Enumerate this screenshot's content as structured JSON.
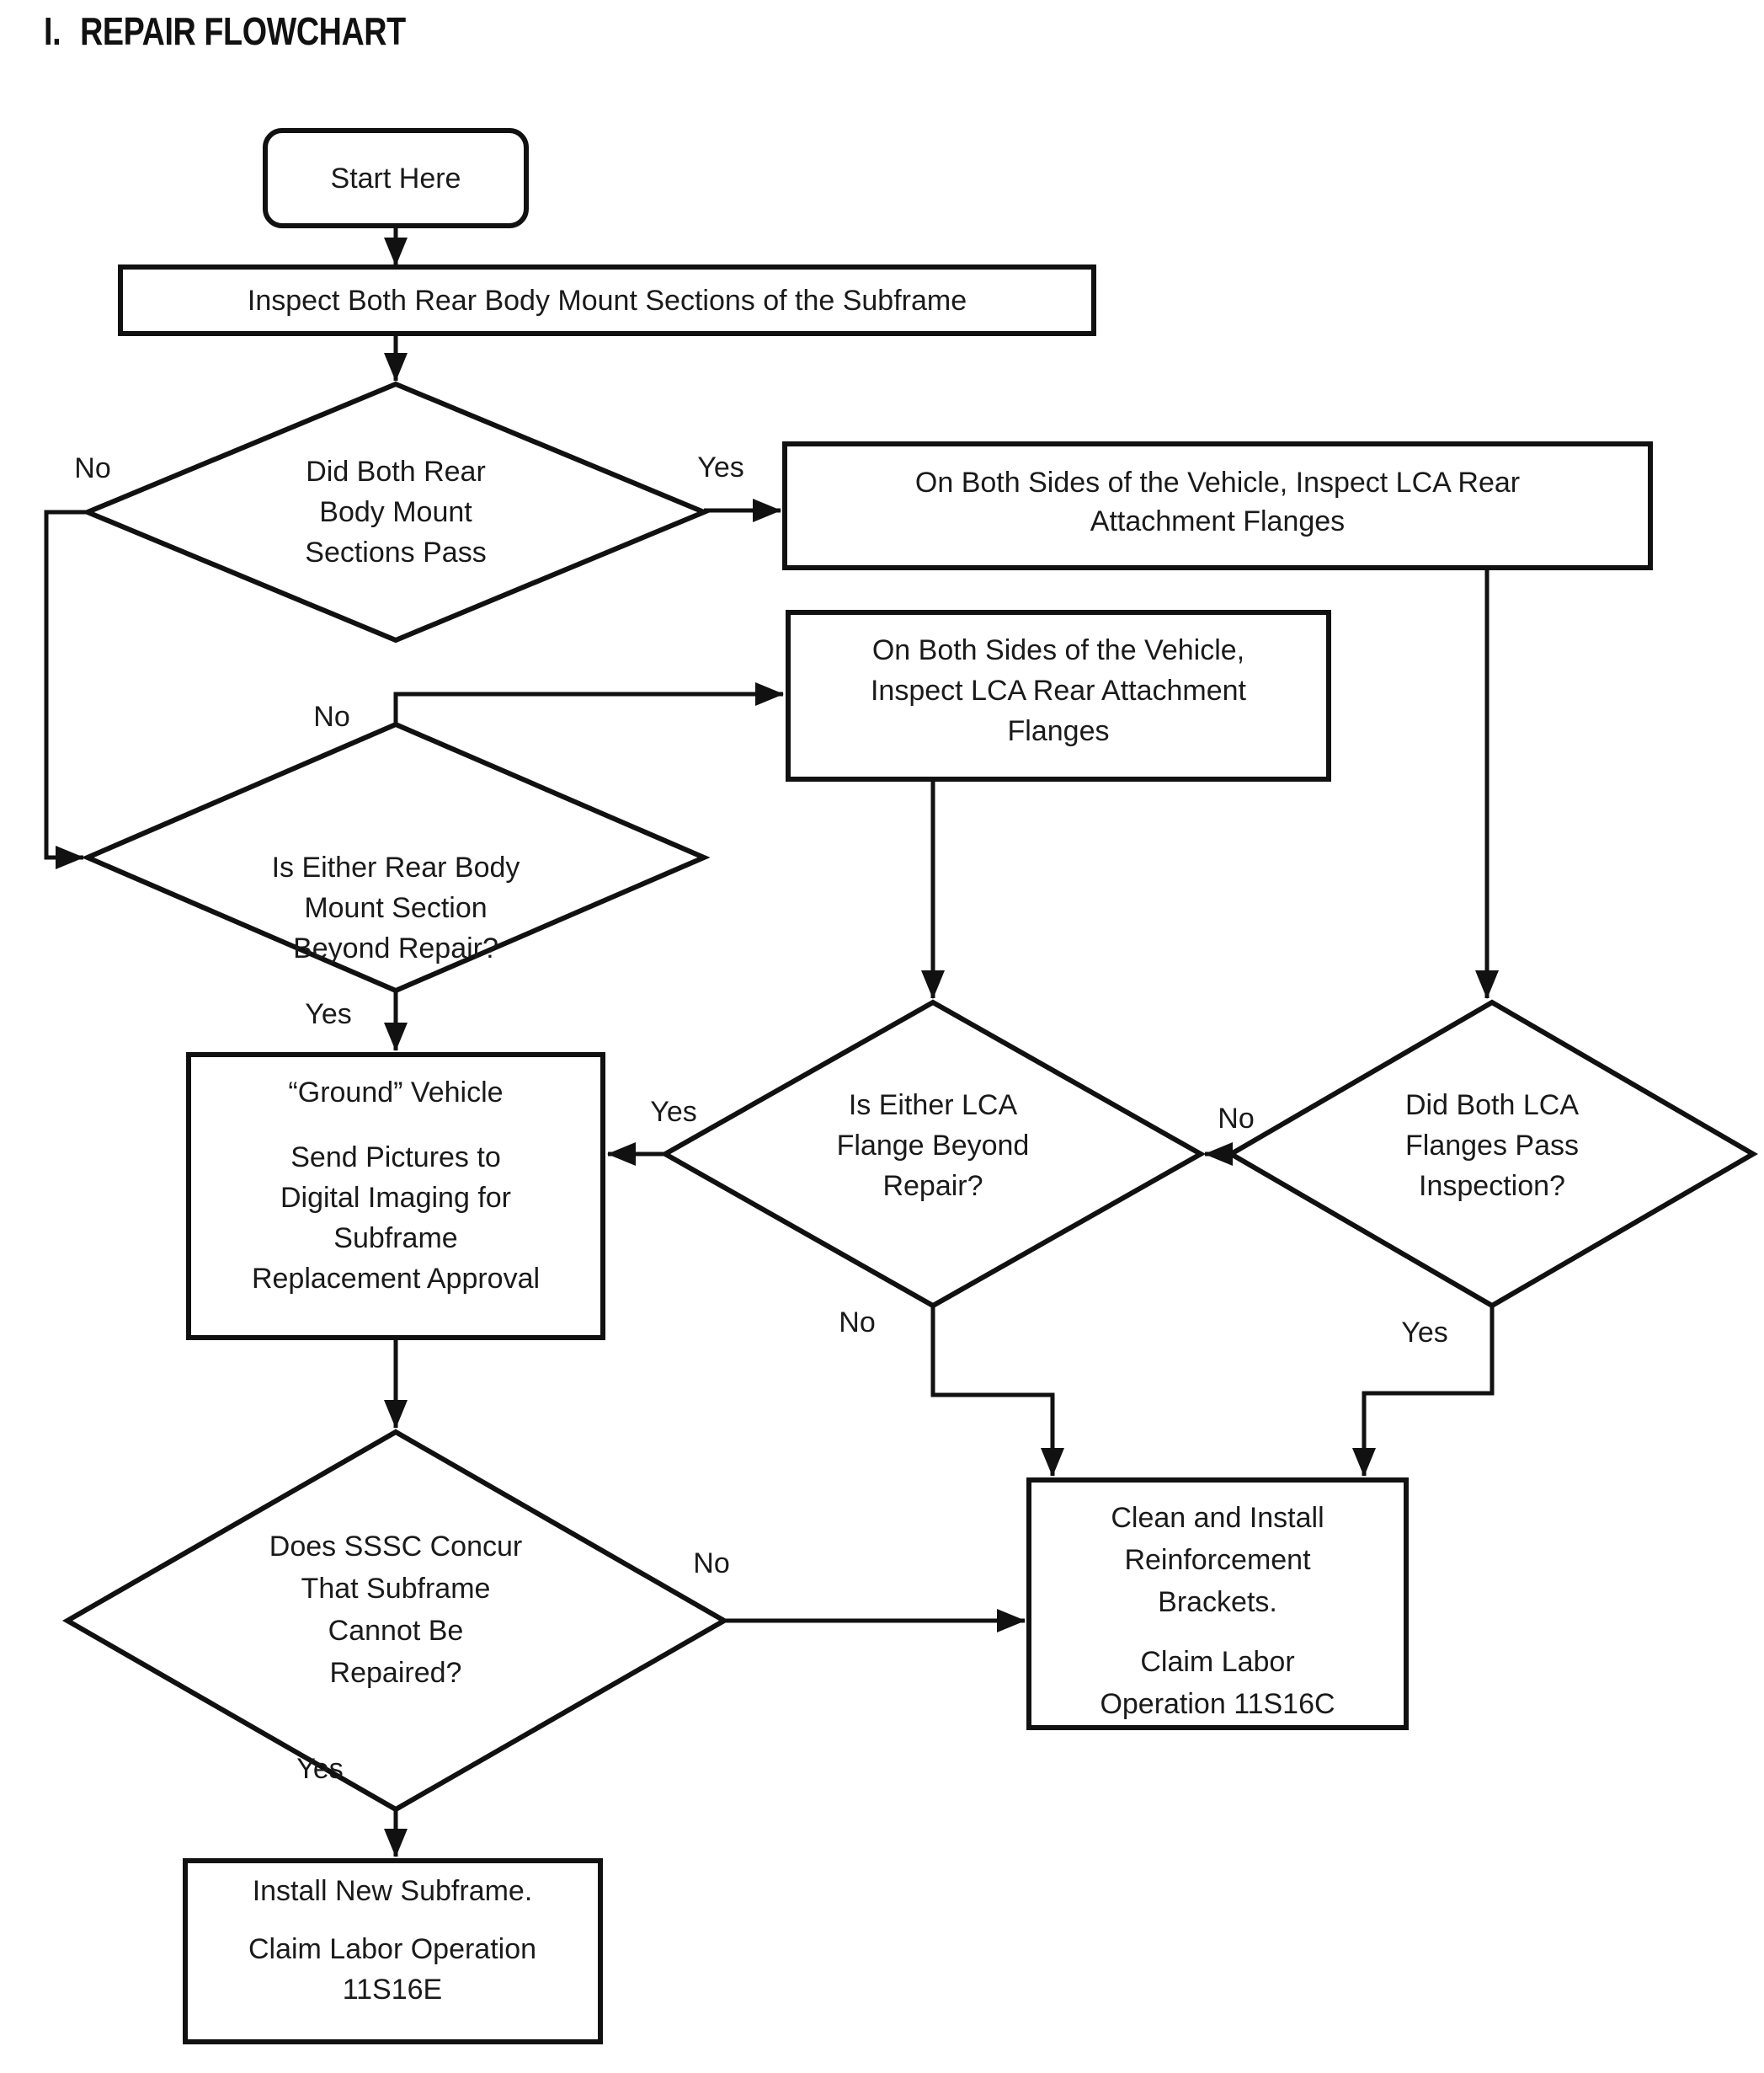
{
  "title": {
    "numeral": "I.",
    "text": "REPAIR FLOWCHART"
  },
  "colors": {
    "line": "#111111",
    "text": "#1a1a1a",
    "background": "#ffffff"
  },
  "nodes": {
    "start": {
      "label": "Start Here"
    },
    "inspect_subframe": {
      "label": "Inspect Both Rear Body Mount Sections of the Subframe"
    },
    "decision_mount_pass": {
      "lines": [
        "Did Both Rear",
        "Body Mount",
        "Sections Pass"
      ]
    },
    "inspect_lca_top": {
      "lines": [
        "On Both Sides of the Vehicle, Inspect LCA Rear",
        "Attachment Flanges"
      ]
    },
    "inspect_lca_mid": {
      "lines": [
        "On Both Sides of the Vehicle,",
        "Inspect LCA Rear Attachment",
        "Flanges"
      ]
    },
    "decision_mount_beyond_repair": {
      "lines": [
        "Is Either Rear Body",
        "Mount Section",
        "Beyond Repair?"
      ]
    },
    "ground_vehicle": {
      "lines": [
        "“Ground” Vehicle",
        "Send Pictures to",
        "Digital Imaging for",
        "Subframe",
        "Replacement Approval"
      ]
    },
    "decision_lca_beyond_repair": {
      "lines": [
        "Is Either LCA",
        "Flange Beyond",
        "Repair?"
      ]
    },
    "decision_lca_pass": {
      "lines": [
        "Did Both LCA",
        "Flanges Pass",
        "Inspection?"
      ]
    },
    "clean_install_brackets": {
      "lines": [
        "Clean and Install",
        "Reinforcement",
        "Brackets.",
        "Claim Labor",
        "Operation 11S16C"
      ]
    },
    "decision_sssc_concur": {
      "lines": [
        "Does SSSC Concur",
        "That Subframe",
        "Cannot Be",
        "Repaired?"
      ]
    },
    "install_new_subframe": {
      "lines": [
        "Install New Subframe.",
        "Claim Labor Operation",
        "11S16E"
      ]
    }
  },
  "labels": {
    "d1_no": "No",
    "d1_yes": "Yes",
    "d2_no": "No",
    "d2_yes": "Yes",
    "d4_yes": "Yes",
    "d4_no": "No",
    "d3_no": "No",
    "d3_yes": "Yes",
    "d5_no": "No",
    "d5_yes": "Yes"
  }
}
